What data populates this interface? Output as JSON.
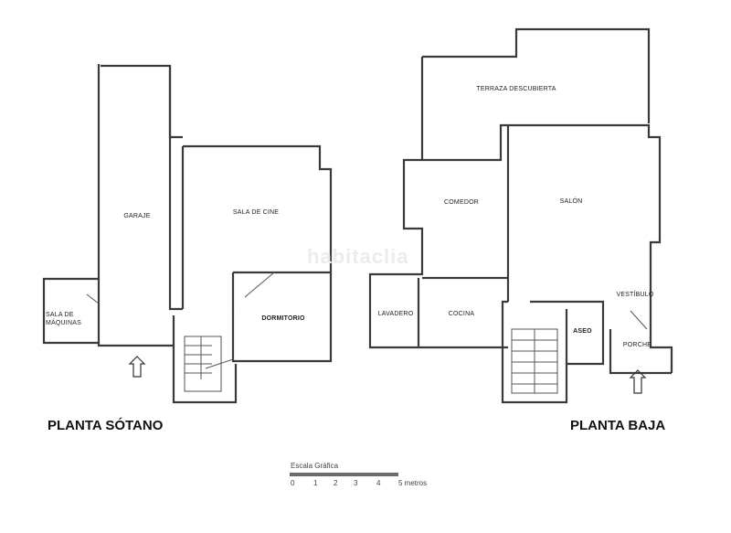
{
  "watermark": "habitaclia",
  "floors": [
    {
      "title": "PLANTA SÓTANO",
      "rooms": [
        {
          "name": "GARAJE"
        },
        {
          "name": "SALA DE CINE"
        },
        {
          "name": "DORMITORIO"
        },
        {
          "name": "SALA DE\nMÁQUINAS"
        }
      ],
      "entry_arrow": "up-arrow"
    },
    {
      "title": "PLANTA BAJA",
      "rooms": [
        {
          "name": "TERRAZA DESCUBIERTA"
        },
        {
          "name": "COMEDOR"
        },
        {
          "name": "SALÓN"
        },
        {
          "name": "LAVADERO"
        },
        {
          "name": "COCINA"
        },
        {
          "name": "VESTÍBULO"
        },
        {
          "name": "ASEO"
        },
        {
          "name": "PORCHE"
        }
      ],
      "entry_arrow": "up-arrow"
    }
  ],
  "scale": {
    "title": "Escala Gráfica",
    "ticks": [
      "0",
      "1",
      "2",
      "3",
      "4",
      "5 metros"
    ]
  }
}
